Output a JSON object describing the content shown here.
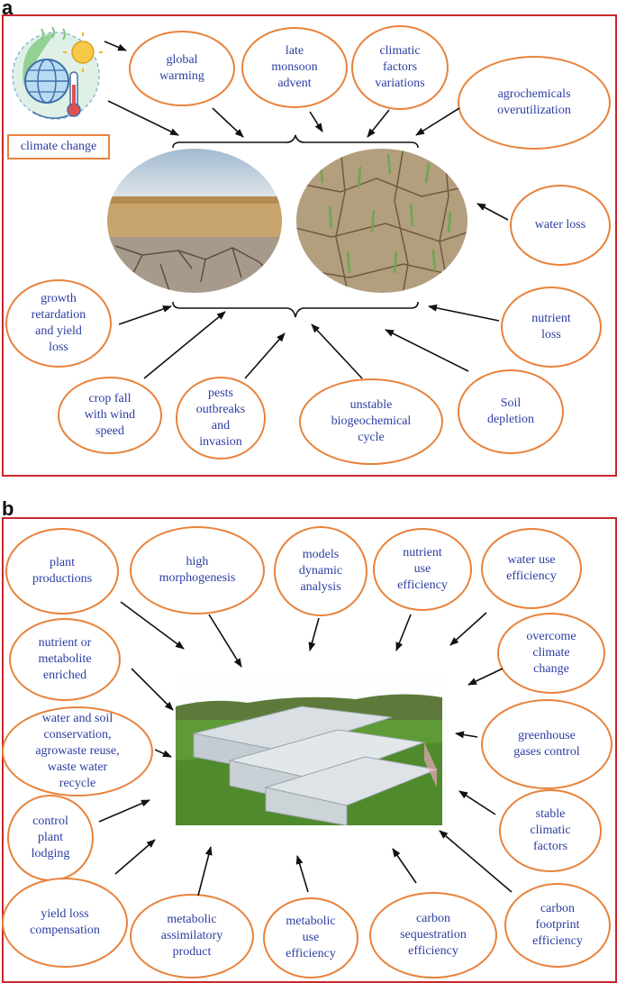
{
  "panel_a": {
    "letter": "a",
    "climate_label": "climate change",
    "bubbles": [
      "global\nwarming",
      "late\nmonsoon\nadvent",
      "climatic\nfactors\nvariations",
      "agrochemicals\noverutilization",
      "water loss",
      "nutrient\nloss",
      "growth\nretardation\nand  yield\nloss",
      "crop fall\nwith wind\nspeed",
      "pests\noutbreaks\nand\ninvasion",
      "unstable\nbiogeochemical\ncycle",
      "Soil\ndepletion"
    ]
  },
  "panel_b": {
    "letter": "b",
    "bubbles": [
      "plant\nproductions",
      "high\nmorphogenesis",
      "models\ndynamic\nanalysis",
      "nutrient\nuse\nefficiency",
      "water use\nefficiency",
      "nutrient or\nmetabolite\nenriched",
      "overcome\nclimate\nchange",
      "water and soil\nconservation,\nagrowaste reuse,\nwaste water\nrecycle",
      "greenhouse\ngases control",
      "control\nplant\nlodging",
      "stable\nclimatic\nfactors",
      "yield loss\ncompensation",
      "metabolic\nassimilatory\nproduct",
      "metabolic\nuse\nefficiency",
      "carbon\nsequestration\nefficiency",
      "carbon\nfootprint\nefficiency"
    ]
  },
  "colors": {
    "frame": "#c8282d",
    "bubble_border": "#e8823a",
    "text": "#2c3da1"
  }
}
